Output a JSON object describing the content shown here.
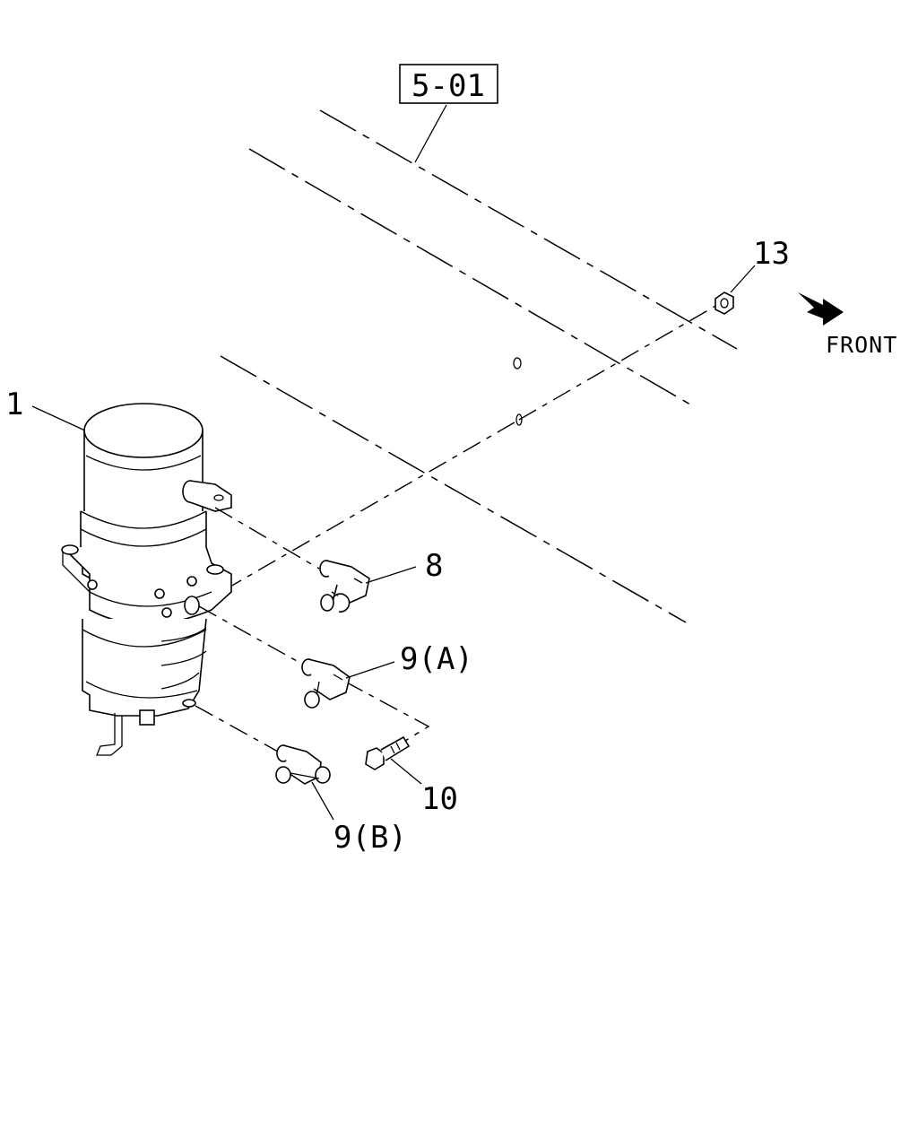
{
  "diagram": {
    "ref_box": "5-01",
    "direction": {
      "label": "FRONT",
      "icon": "front-arrow-icon"
    },
    "callouts": [
      {
        "id": "1",
        "text": "1"
      },
      {
        "id": "8",
        "text": "8"
      },
      {
        "id": "9a",
        "text": "9(A)"
      },
      {
        "id": "9b",
        "text": "9(B)"
      },
      {
        "id": "10",
        "text": "10"
      },
      {
        "id": "13",
        "text": "13"
      }
    ]
  }
}
